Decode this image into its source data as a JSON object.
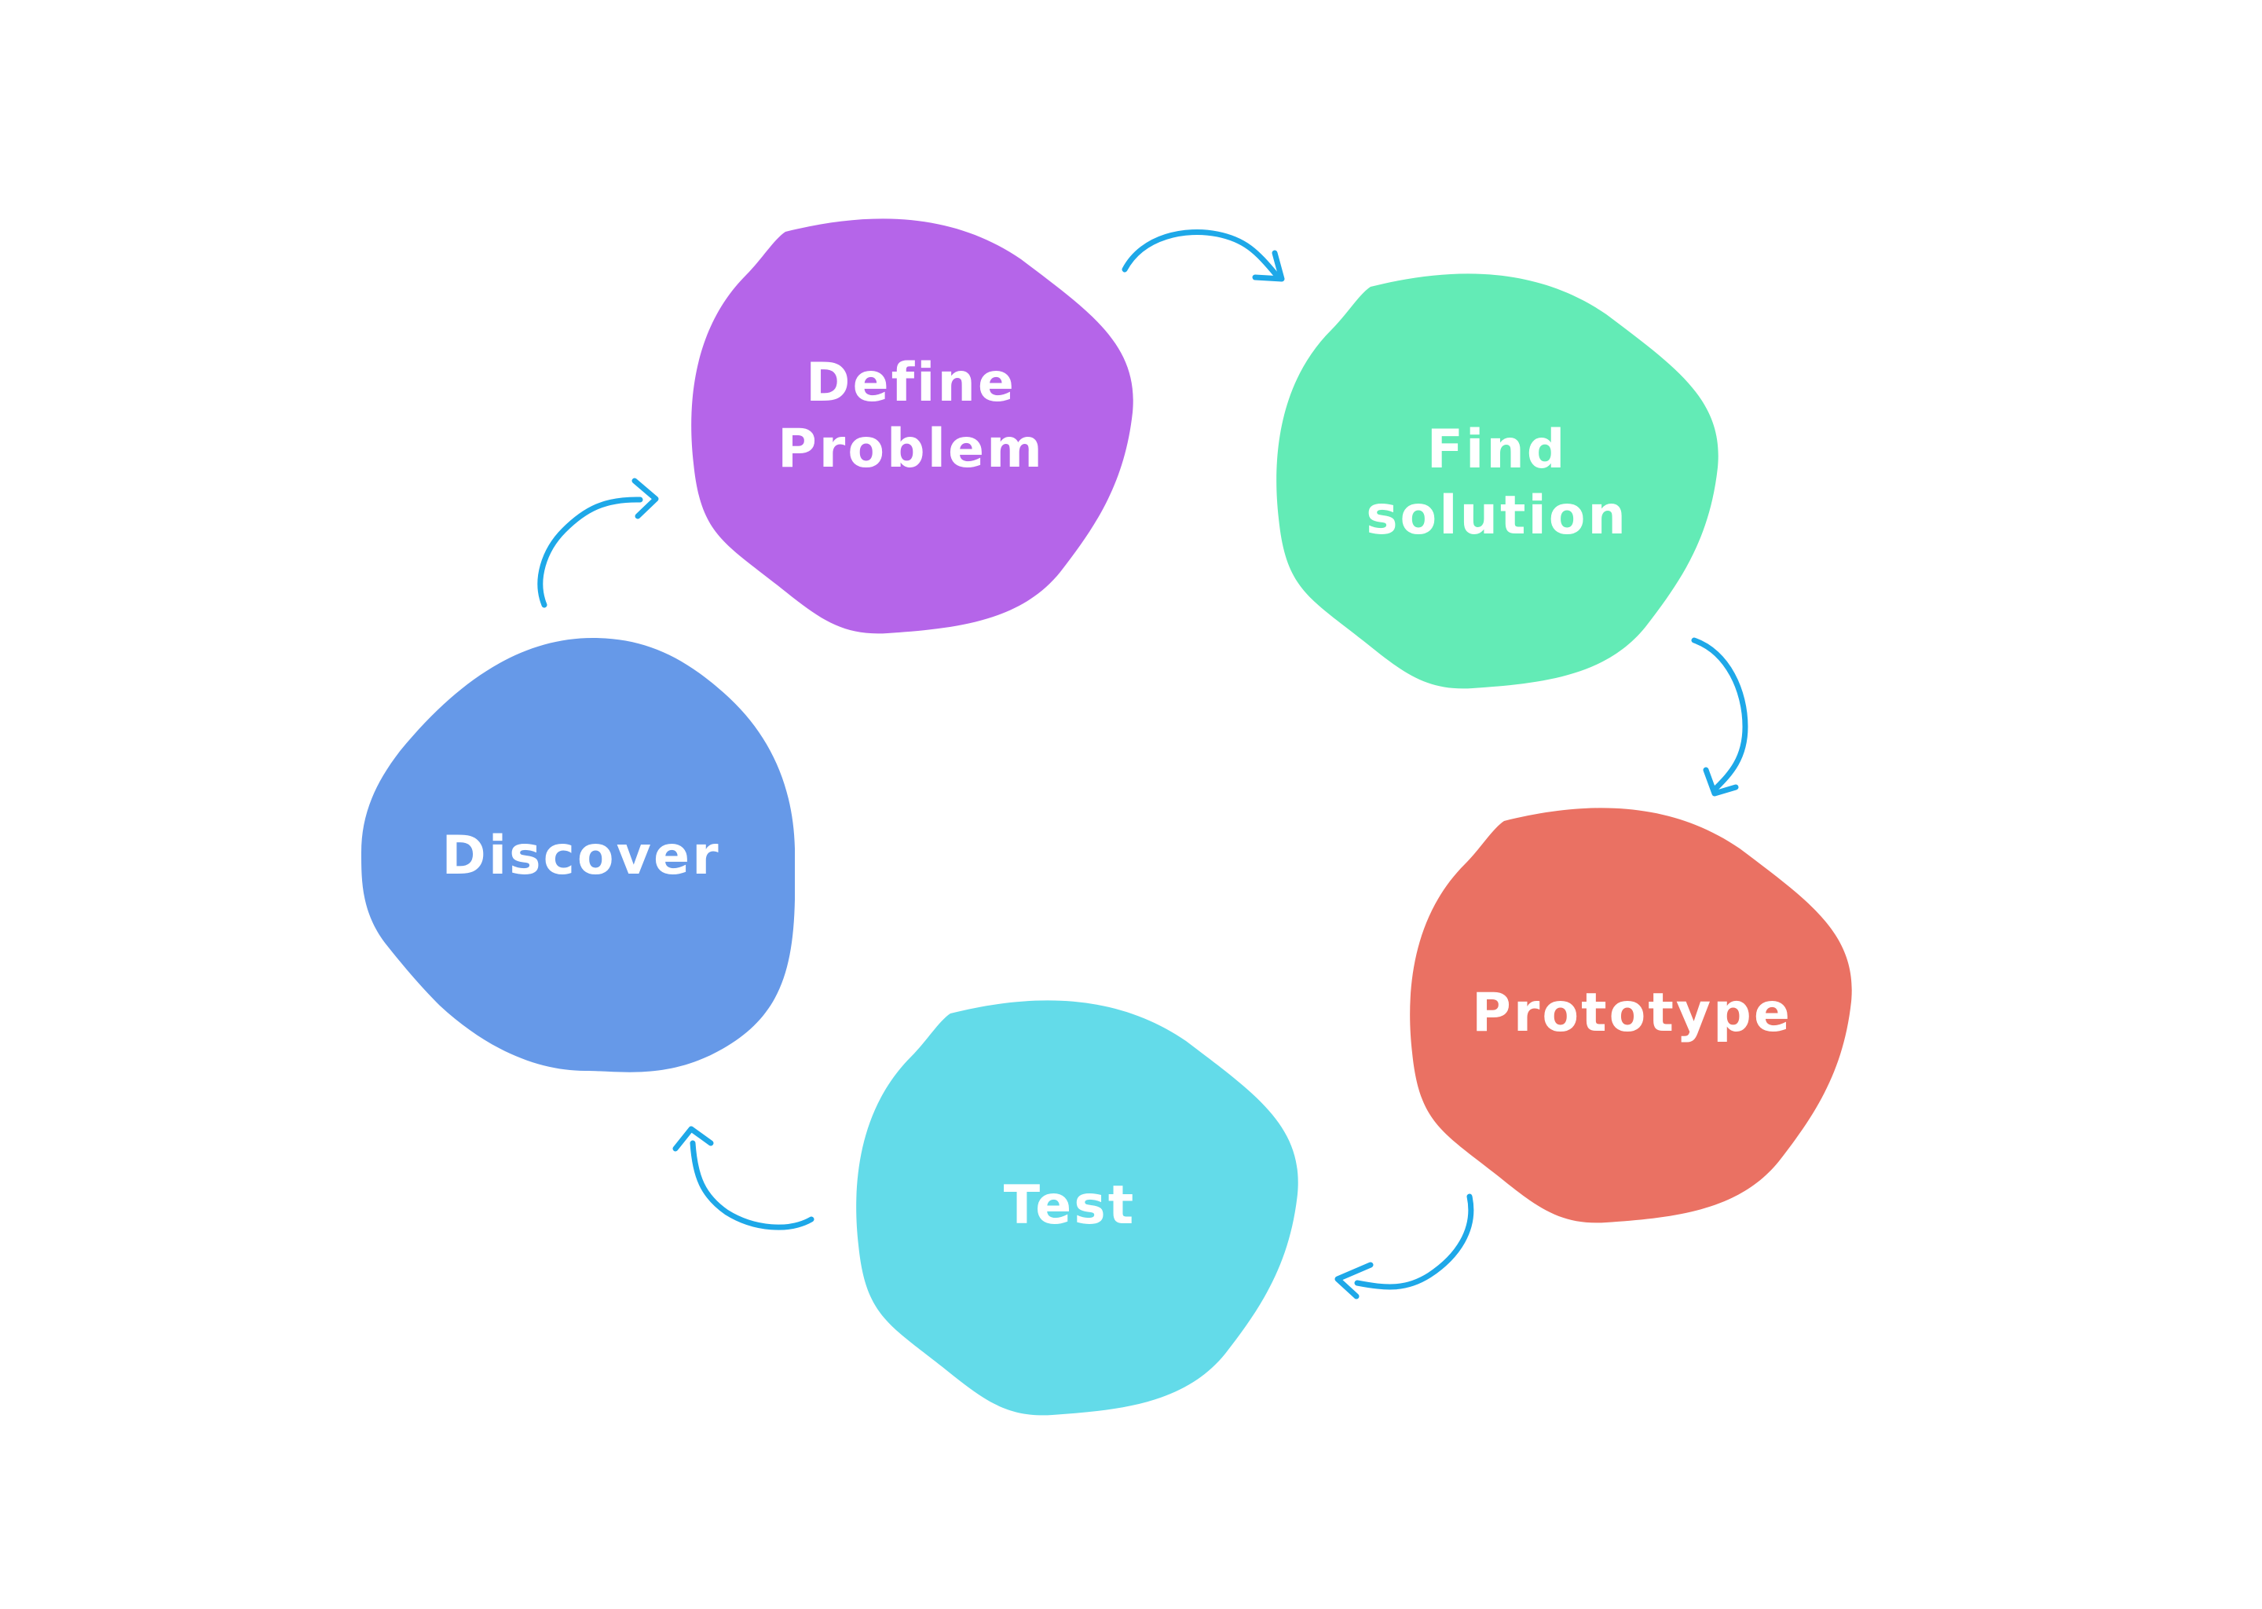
{
  "diagram": {
    "type": "cycle",
    "colors": {
      "arrow": "#1EA8E8",
      "background": "#FFFFFF",
      "text": "#FFFFFF"
    },
    "nodes": [
      {
        "id": "define-problem",
        "lines": [
          "Define",
          "Problem"
        ],
        "color": "#B565E9"
      },
      {
        "id": "find-solution",
        "lines": [
          "Find",
          "solution"
        ],
        "color": "#63EBB6"
      },
      {
        "id": "prototype",
        "lines": [
          "Prototype"
        ],
        "color": "#EA7163"
      },
      {
        "id": "test",
        "lines": [
          "Test"
        ],
        "color": "#63DBE9"
      },
      {
        "id": "discover",
        "lines": [
          "Discover"
        ],
        "color": "#6699E8"
      }
    ],
    "edges": [
      {
        "from": "define-problem",
        "to": "find-solution"
      },
      {
        "from": "find-solution",
        "to": "prototype"
      },
      {
        "from": "prototype",
        "to": "test"
      },
      {
        "from": "test",
        "to": "discover"
      },
      {
        "from": "discover",
        "to": "define-problem"
      }
    ]
  }
}
